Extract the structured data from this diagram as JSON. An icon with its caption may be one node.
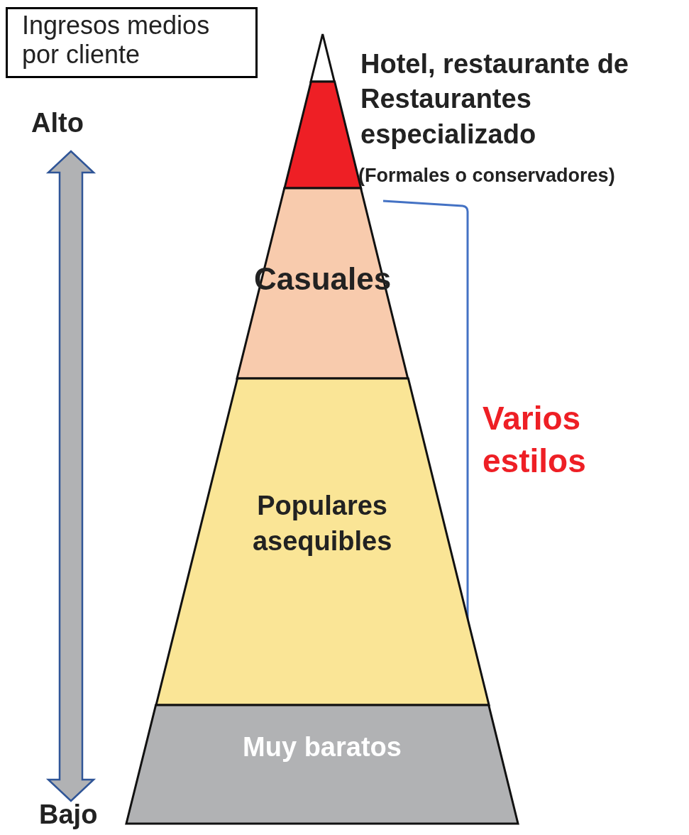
{
  "diagram": {
    "nodes": [
      {
        "text": [
          "Ingresos medios por cliente"
        ]
      },
      {
        "text": [],
        "shape": "triangle"
      },
      {
        "text": [],
        "shape": "band",
        "beside": [
          "Hotel, restaurante de Restaurantes especializado",
          "(Formales o conservadores)"
        ]
      },
      {
        "text": [
          "Casuales"
        ]
      },
      {
        "text": [
          "Populares asequibles"
        ]
      },
      {
        "text": [
          "Muy baratos"
        ]
      }
    ],
    "edges": [],
    "labels": [
      "Alto",
      "Varios estilos",
      "Bajo"
    ]
  }
}
